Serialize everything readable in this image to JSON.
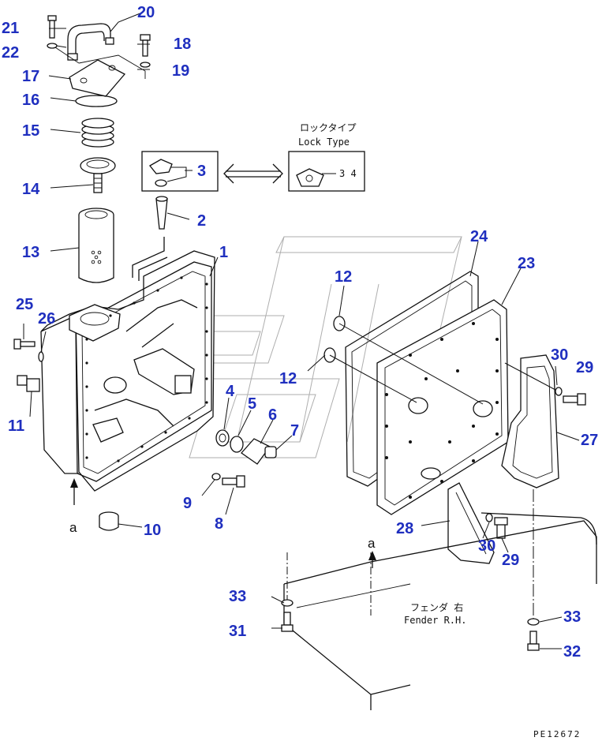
{
  "diagram": {
    "lock_type": {
      "jp": "ロックタイプ",
      "en": "Lock Type",
      "part": "3 4"
    },
    "fender": {
      "jp": "フェンダ 右",
      "en": "Fender R.H."
    },
    "view_marker": "a",
    "drawing_code": "PE12672",
    "callouts": {
      "c1": "1",
      "c2": "2",
      "c3": "3",
      "c4": "4",
      "c5": "5",
      "c6": "6",
      "c7": "7",
      "c8": "8",
      "c9": "9",
      "c10": "10",
      "c11": "11",
      "c12": "12",
      "c13": "13",
      "c14": "14",
      "c15": "15",
      "c16": "16",
      "c17": "17",
      "c18": "18",
      "c19": "19",
      "c20": "20",
      "c21": "21",
      "c22": "22",
      "c23": "23",
      "c24": "24",
      "c25": "25",
      "c26": "26",
      "c27": "27",
      "c28": "28",
      "c29": "29",
      "c30": "30",
      "c31": "31",
      "c32": "32",
      "c33": "33"
    }
  }
}
